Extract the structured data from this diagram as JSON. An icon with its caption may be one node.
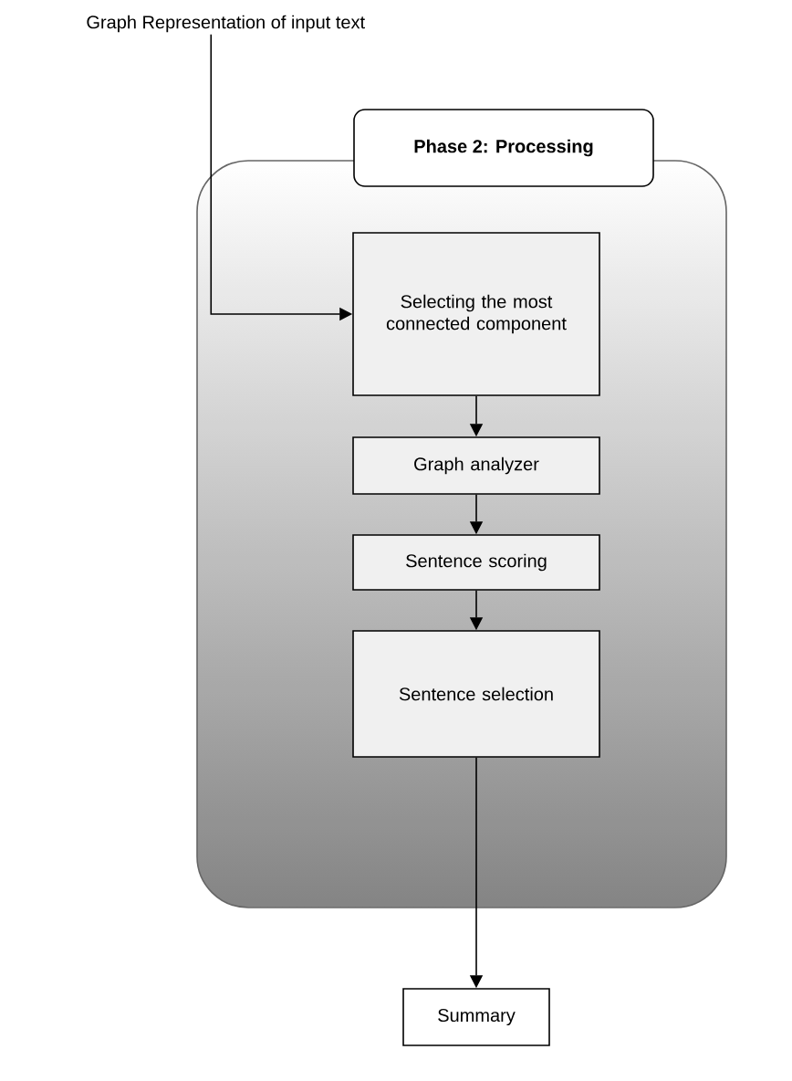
{
  "diagram": {
    "nodes": [
      {
        "text": [
          "Graph Representation of input text"
        ]
      },
      {
        "text": [
          "Phase 2: Processing"
        ]
      },
      {
        "text": [
          "Selecting the most connected component"
        ],
        "in": 1
      },
      {
        "text": [
          "Graph analyzer"
        ],
        "in": 1
      },
      {
        "text": [
          "Sentence scoring"
        ],
        "in": 1
      },
      {
        "text": [
          "Sentence selection"
        ],
        "in": 1
      },
      {
        "text": [
          "Summary"
        ]
      }
    ],
    "edges": [
      {
        "from": 0,
        "to": 2,
        "arrow": "to"
      },
      {
        "from": 2,
        "to": 3,
        "arrow": "to"
      },
      {
        "from": 3,
        "to": 4,
        "arrow": "to"
      },
      {
        "from": 4,
        "to": 5,
        "arrow": "to"
      },
      {
        "from": 5,
        "to": 6,
        "arrow": "to"
      }
    ]
  }
}
